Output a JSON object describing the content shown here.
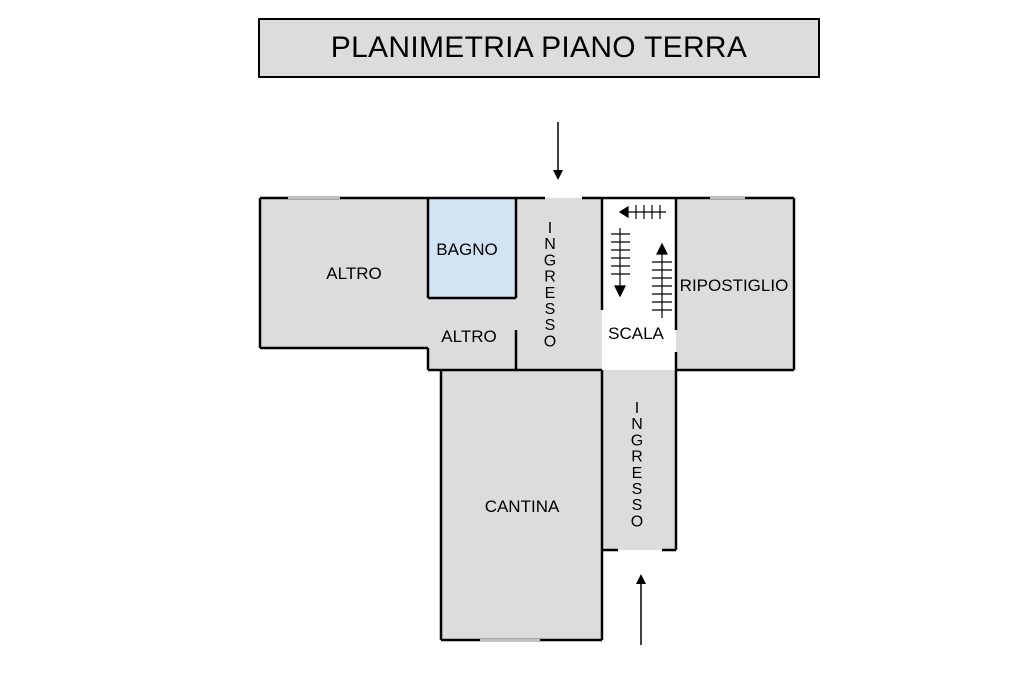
{
  "title": "PLANIMETRIA PIANO TERRA",
  "rooms": {
    "altro_large": "ALTRO",
    "bagno": "BAGNO",
    "altro_small": "ALTRO",
    "ingresso_upper": "INGRESSO",
    "scala": "SCALA",
    "ripostiglio": "RIPOSTIGLIO",
    "cantina": "CANTINA",
    "ingresso_lower": "INGRESSO"
  },
  "colors": {
    "room_fill": "#dcdcdc",
    "bathroom_fill": "#d2e4f4",
    "wall": "#000000",
    "stair_area": "#ffffff"
  }
}
